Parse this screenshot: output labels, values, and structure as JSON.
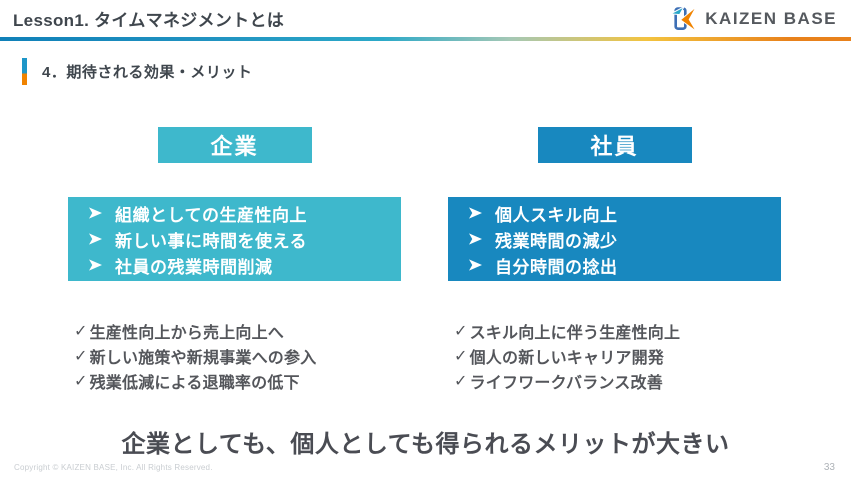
{
  "header": {
    "lesson_title": "Lesson1. タイムマネジメントとは",
    "logo_text": "KAIZEN BASE"
  },
  "section": {
    "title": "4．期待される効果・メリット"
  },
  "columns": [
    {
      "heading": "企業",
      "box_items": [
        "組織としての生産性向上",
        "新しい事に時間を使える",
        "社員の残業時間削減"
      ],
      "check_items": [
        "生産性向上から売上向上へ",
        "新しい施策や新規事業への参入",
        "残業低減による退職率の低下"
      ]
    },
    {
      "heading": "社員",
      "box_items": [
        "個人スキル向上",
        "残業時間の減少",
        "自分時間の捻出"
      ],
      "check_items": [
        "スキル向上に伴う生産性向上",
        "個人の新しいキャリア開発",
        "ライフワークバランス改善"
      ]
    }
  ],
  "summary": "企業としても、個人としても得られるメリットが大きい",
  "footer": {
    "copyright": "Copyright ©  KAIZEN BASE, Inc.  All Rights Reserved.",
    "page_number": "33"
  },
  "icons": {
    "arrow_bullet": "right-arrowhead",
    "check": "✓"
  },
  "colors": {
    "company_box": "#3eb8cc",
    "employee_box": "#1888bf",
    "accent_bar_blue": "#1e96c8",
    "accent_bar_orange": "#f08300",
    "rule_gradient_start": "#1080b8",
    "rule_gradient_mid": "#2ca9c8",
    "rule_gradient_yellow": "#f3c33f",
    "rule_gradient_end": "#e8811b",
    "title_text": "#3f464d",
    "body_text": "#54565b",
    "summary_text": "#4a4c53"
  }
}
